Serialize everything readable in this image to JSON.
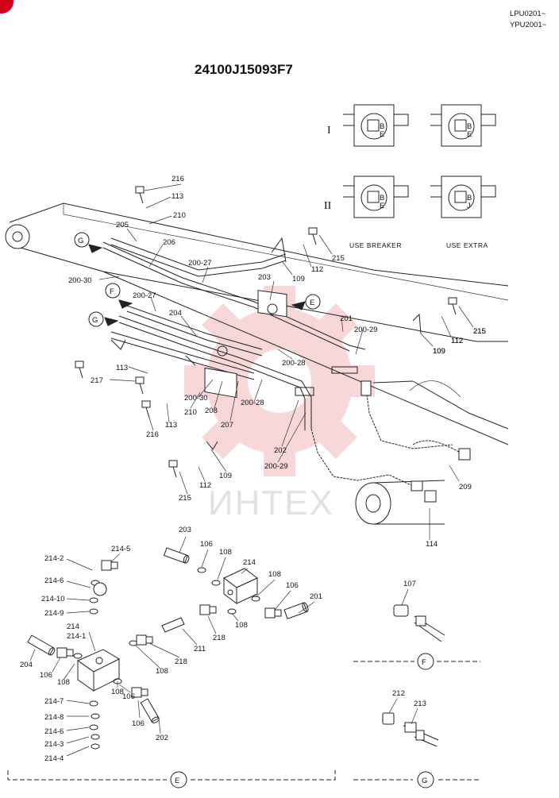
{
  "header": {
    "serial_line1": "LPU0201~",
    "serial_line2": "YPU2001~",
    "drawing_number": "24100J15093F7"
  },
  "watermark": {
    "text": "ИНТЕХ"
  },
  "inset": {
    "row1_numeral": "I",
    "row2_numeral": "II",
    "caption_breaker": "USE BREAKER",
    "caption_extra": "USE EXTRA",
    "valve_letters": [
      "B",
      "E",
      "B",
      "E",
      "B",
      "E",
      "B",
      "J"
    ]
  },
  "callouts_main": [
    "216",
    "113",
    "210",
    "205",
    "206",
    "200-27",
    "200-30",
    "200-27",
    "203",
    "109",
    "112",
    "215",
    "204",
    "109",
    "112",
    "215",
    "113",
    "217",
    "200-30",
    "210",
    "208",
    "207",
    "200-28",
    "200-28",
    "201",
    "200-29",
    "109",
    "112",
    "215",
    "202",
    "200-29",
    "216",
    "113",
    "109",
    "112",
    "215",
    "209",
    "114"
  ],
  "arrows": [
    "G",
    "F",
    "G",
    "E"
  ],
  "callouts_e": [
    "214-5",
    "214-2",
    "214-6",
    "214-10",
    "214-9",
    "214",
    "214-1",
    "204",
    "106",
    "108",
    "214-7",
    "214-8",
    "214-6",
    "214-3",
    "214-4",
    "106",
    "108",
    "203",
    "106",
    "108",
    "214",
    "108",
    "106",
    "201",
    "218",
    "108",
    "211",
    "218",
    "108",
    "106",
    "202"
  ],
  "callouts_f": [
    "107"
  ],
  "callouts_g": [
    "212",
    "213"
  ],
  "section_labels": [
    "E",
    "F",
    "G"
  ],
  "colors": {
    "line": "#222222",
    "watermark": "#f2b8b8",
    "badge": "#d0021b"
  }
}
